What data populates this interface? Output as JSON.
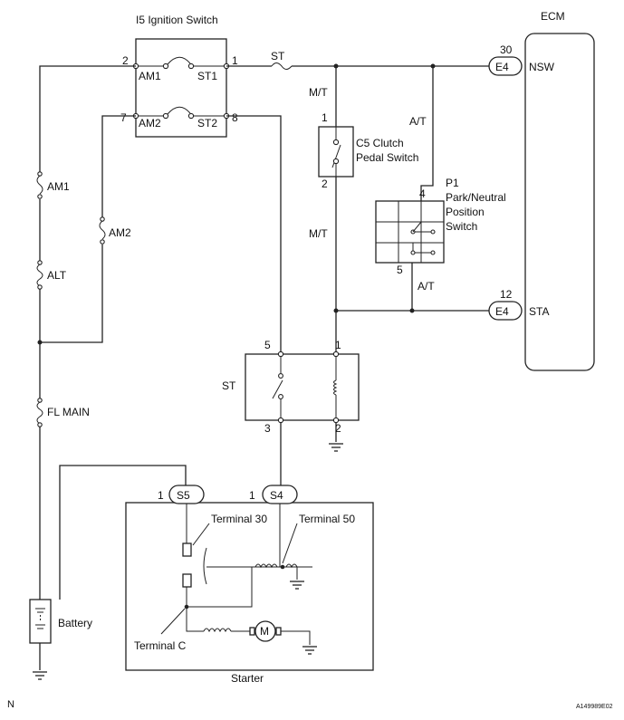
{
  "title": "I5 Ignition Switch",
  "ecm": {
    "label": "ECM",
    "nsw_pin": "30",
    "nsw_label": "NSW",
    "sta_pin": "12",
    "sta_label": "STA",
    "connector": "E4"
  },
  "ignition": {
    "pin2": "2",
    "pin1": "1",
    "pin7": "7",
    "pin8": "8",
    "am1": "AM1",
    "st1": "ST1",
    "am2": "AM2",
    "st2": "ST2"
  },
  "fuse_st": "ST",
  "fuses": {
    "am1": "AM1",
    "am2": "AM2",
    "alt": "ALT",
    "fl_main": "FL MAIN"
  },
  "mt_top": "M/T",
  "mt_mid": "M/T",
  "at_top": "A/T",
  "at_bot": "A/T",
  "clutch": {
    "pin1": "1",
    "pin2": "2",
    "line1": "C5 Clutch",
    "line2": "Pedal Switch"
  },
  "pnp": {
    "pin4": "4",
    "pin5": "5",
    "line1": "P1",
    "line2": "Park/Neutral",
    "line3": "Position",
    "line4": "Switch"
  },
  "relay": {
    "label": "ST",
    "pin5": "5",
    "pin1": "1",
    "pin3": "3",
    "pin2": "2"
  },
  "starter": {
    "label": "Starter",
    "s5": "S5",
    "s4": "S4",
    "s5_pin": "1",
    "s4_pin": "1",
    "term30": "Terminal 30",
    "term50": "Terminal 50",
    "termc": "Terminal C",
    "motor": "M"
  },
  "battery": "Battery",
  "corner_left": "N",
  "corner_right": "A149989E02"
}
